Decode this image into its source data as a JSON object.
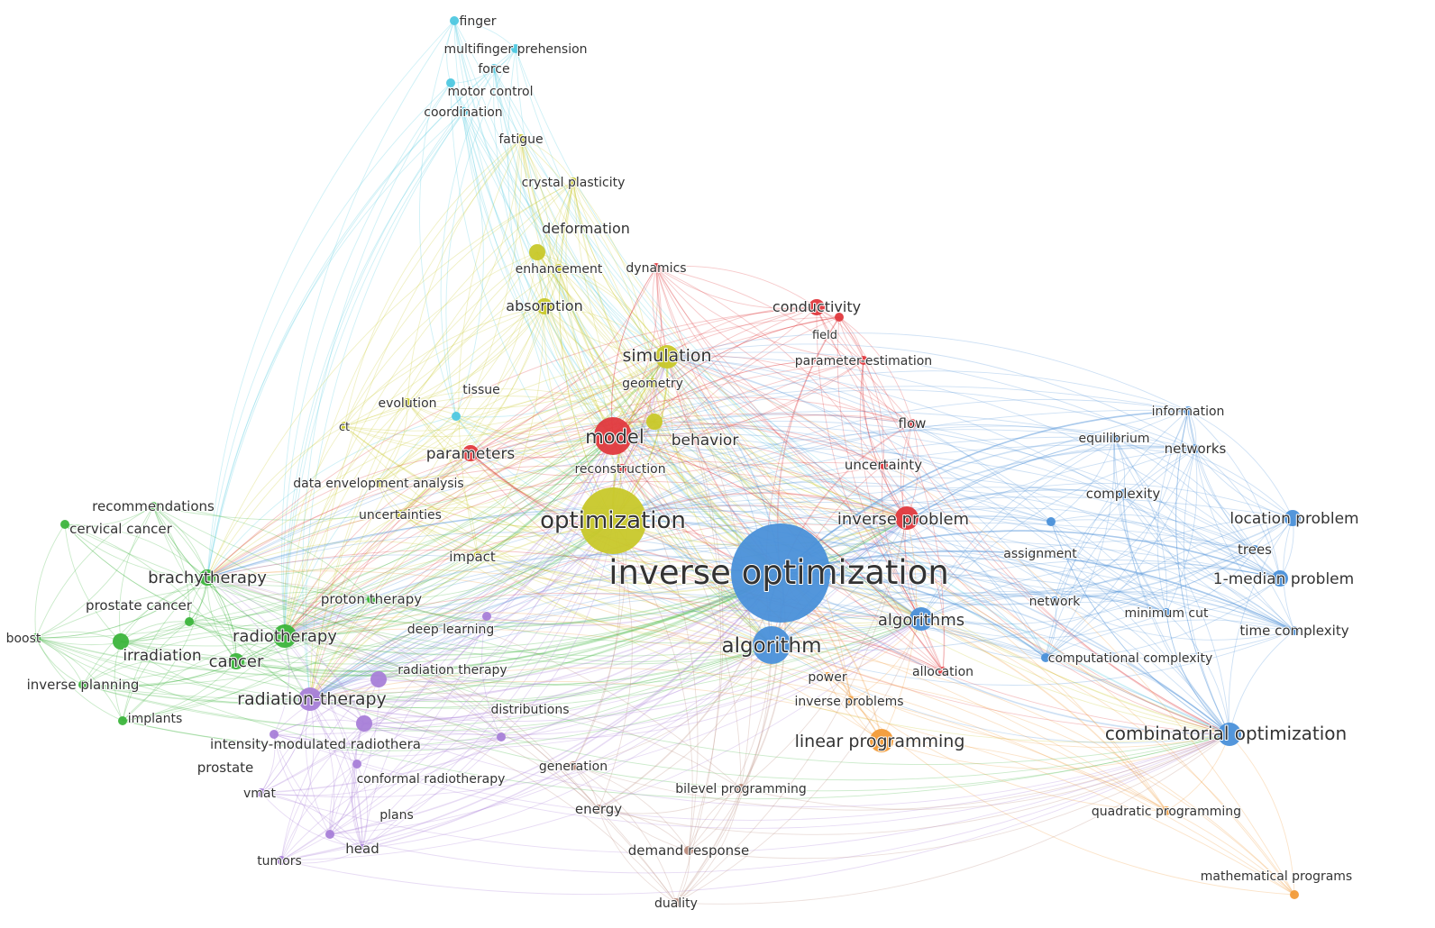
{
  "network": {
    "clusters": {
      "cyan": "#4fc8e0",
      "yellow": "#c8c82a",
      "red": "#e0393e",
      "blue": "#4a90d9",
      "green": "#3cb53c",
      "purple": "#a87fd8",
      "orange": "#f29b38",
      "brown": "#b88a7a"
    },
    "nodes": [
      {
        "id": "finger",
        "label": "finger",
        "cluster": "cyan",
        "size": 1
      },
      {
        "id": "multifinger",
        "label": "multifinger prehension",
        "cluster": "cyan",
        "size": 1
      },
      {
        "id": "force",
        "label": "force",
        "cluster": "cyan",
        "size": 1
      },
      {
        "id": "motor",
        "label": "motor control",
        "cluster": "cyan",
        "size": 1
      },
      {
        "id": "coordination",
        "label": "coordination",
        "cluster": "cyan",
        "size": 1
      },
      {
        "id": "tissue",
        "label": "tissue",
        "cluster": "cyan",
        "size": 1
      },
      {
        "id": "fatigue",
        "label": "fatigue",
        "cluster": "yellow",
        "size": 1
      },
      {
        "id": "crystal",
        "label": "crystal plasticity",
        "cluster": "yellow",
        "size": 1
      },
      {
        "id": "deformation",
        "label": "deformation",
        "cluster": "yellow",
        "size": 2
      },
      {
        "id": "enhancement",
        "label": "enhancement",
        "cluster": "yellow",
        "size": 1
      },
      {
        "id": "absorption",
        "label": "absorption",
        "cluster": "yellow",
        "size": 2
      },
      {
        "id": "simulation",
        "label": "simulation",
        "cluster": "yellow",
        "size": 3
      },
      {
        "id": "geometry",
        "label": "geometry",
        "cluster": "yellow",
        "size": 1
      },
      {
        "id": "evolution",
        "label": "evolution",
        "cluster": "yellow",
        "size": 1
      },
      {
        "id": "ct",
        "label": "ct",
        "cluster": "yellow",
        "size": 1
      },
      {
        "id": "behavior",
        "label": "behavior",
        "cluster": "yellow",
        "size": 2
      },
      {
        "id": "dea",
        "label": "data envelopment analysis",
        "cluster": "yellow",
        "size": 1
      },
      {
        "id": "uncertainties",
        "label": "uncertainties",
        "cluster": "yellow",
        "size": 1
      },
      {
        "id": "optimization",
        "label": "optimization",
        "cluster": "yellow",
        "size": 6
      },
      {
        "id": "impact",
        "label": "impact",
        "cluster": "yellow",
        "size": 1
      },
      {
        "id": "dynamics",
        "label": "dynamics",
        "cluster": "red",
        "size": 1
      },
      {
        "id": "conductivity",
        "label": "conductivity",
        "cluster": "red",
        "size": 2
      },
      {
        "id": "field",
        "label": "field",
        "cluster": "red",
        "size": 1
      },
      {
        "id": "paramest",
        "label": "parameter-estimation",
        "cluster": "red",
        "size": 1
      },
      {
        "id": "model",
        "label": "model",
        "cluster": "red",
        "size": 4
      },
      {
        "id": "parameters",
        "label": "parameters",
        "cluster": "red",
        "size": 2
      },
      {
        "id": "reconstruction",
        "label": "reconstruction",
        "cluster": "red",
        "size": 1
      },
      {
        "id": "flow",
        "label": "flow",
        "cluster": "red",
        "size": 1
      },
      {
        "id": "uncertainty",
        "label": "uncertainty",
        "cluster": "red",
        "size": 1
      },
      {
        "id": "inverseproblem",
        "label": "inverse problem",
        "cluster": "red",
        "size": 3
      },
      {
        "id": "inverseopt",
        "label": "inverse optimization",
        "cluster": "blue",
        "size": 8
      },
      {
        "id": "algorithm",
        "label": "algorithm",
        "cluster": "blue",
        "size": 4
      },
      {
        "id": "algorithms",
        "label": "algorithms",
        "cluster": "blue",
        "size": 3
      },
      {
        "id": "information",
        "label": "information",
        "cluster": "blue",
        "size": 1
      },
      {
        "id": "equilibrium",
        "label": "equilibrium",
        "cluster": "blue",
        "size": 1
      },
      {
        "id": "networks",
        "label": "networks",
        "cluster": "blue",
        "size": 1
      },
      {
        "id": "complexity",
        "label": "complexity",
        "cluster": "blue",
        "size": 1
      },
      {
        "id": "location",
        "label": "location problem",
        "cluster": "blue",
        "size": 2
      },
      {
        "id": "assignment",
        "label": "assignment",
        "cluster": "blue",
        "size": 1
      },
      {
        "id": "trees",
        "label": "trees",
        "cluster": "blue",
        "size": 1
      },
      {
        "id": "onemedian",
        "label": "1-median problem",
        "cluster": "blue",
        "size": 2
      },
      {
        "id": "network",
        "label": "network",
        "cluster": "blue",
        "size": 1
      },
      {
        "id": "mincut",
        "label": "minimum cut",
        "cluster": "blue",
        "size": 1
      },
      {
        "id": "timecomplexity",
        "label": "time complexity",
        "cluster": "blue",
        "size": 1
      },
      {
        "id": "compcomplexity",
        "label": "computational complexity",
        "cluster": "blue",
        "size": 1
      },
      {
        "id": "combopt",
        "label": "combinatorial optimization",
        "cluster": "blue",
        "size": 3
      },
      {
        "id": "recommendations",
        "label": "recommendations",
        "cluster": "green",
        "size": 1
      },
      {
        "id": "cervical",
        "label": "cervical cancer",
        "cluster": "green",
        "size": 1
      },
      {
        "id": "brachytherapy",
        "label": "brachytherapy",
        "cluster": "green",
        "size": 2
      },
      {
        "id": "prostatecancer",
        "label": "prostate cancer",
        "cluster": "green",
        "size": 1
      },
      {
        "id": "proton",
        "label": "proton therapy",
        "cluster": "green",
        "size": 1
      },
      {
        "id": "boost",
        "label": "boost",
        "cluster": "green",
        "size": 1
      },
      {
        "id": "radiotherapy",
        "label": "radiotherapy",
        "cluster": "green",
        "size": 3
      },
      {
        "id": "irradiation",
        "label": "irradiation",
        "cluster": "green",
        "size": 2
      },
      {
        "id": "cancer",
        "label": "cancer",
        "cluster": "green",
        "size": 2
      },
      {
        "id": "invplanning",
        "label": "inverse planning",
        "cluster": "green",
        "size": 1
      },
      {
        "id": "implants",
        "label": "implants",
        "cluster": "green",
        "size": 1
      },
      {
        "id": "deeplearning",
        "label": "deep learning",
        "cluster": "purple",
        "size": 1
      },
      {
        "id": "radtherapy2",
        "label": "radiation therapy",
        "cluster": "purple",
        "size": 2
      },
      {
        "id": "radtherapy",
        "label": "radiation-therapy",
        "cluster": "purple",
        "size": 3
      },
      {
        "id": "distributions",
        "label": "distributions",
        "cluster": "purple",
        "size": 1
      },
      {
        "id": "imrt",
        "label": "intensity-modulated radiothera",
        "cluster": "purple",
        "size": 2
      },
      {
        "id": "prostate",
        "label": "prostate",
        "cluster": "purple",
        "size": 1
      },
      {
        "id": "conformal",
        "label": "conformal radiotherapy",
        "cluster": "purple",
        "size": 1
      },
      {
        "id": "vmat",
        "label": "vmat",
        "cluster": "purple",
        "size": 1
      },
      {
        "id": "plans",
        "label": "plans",
        "cluster": "purple",
        "size": 1
      },
      {
        "id": "tumors",
        "label": "tumors",
        "cluster": "purple",
        "size": 1
      },
      {
        "id": "head",
        "label": "head",
        "cluster": "purple",
        "size": 1
      },
      {
        "id": "power",
        "label": "power",
        "cluster": "orange",
        "size": 1
      },
      {
        "id": "invproblems",
        "label": "inverse problems",
        "cluster": "orange",
        "size": 1
      },
      {
        "id": "linprog",
        "label": "linear programming",
        "cluster": "orange",
        "size": 3
      },
      {
        "id": "quadprog",
        "label": "quadratic programming",
        "cluster": "orange",
        "size": 1
      },
      {
        "id": "mathprog",
        "label": "mathematical programs",
        "cluster": "orange",
        "size": 1
      },
      {
        "id": "allocation",
        "label": "allocation",
        "cluster": "red",
        "size": 1
      },
      {
        "id": "generation",
        "label": "generation",
        "cluster": "brown",
        "size": 1
      },
      {
        "id": "energy",
        "label": "energy",
        "cluster": "brown",
        "size": 1
      },
      {
        "id": "bilevel",
        "label": "bilevel programming",
        "cluster": "brown",
        "size": 1
      },
      {
        "id": "demand",
        "label": "demand response",
        "cluster": "brown",
        "size": 1
      },
      {
        "id": "duality",
        "label": "duality",
        "cluster": "brown",
        "size": 1
      }
    ]
  }
}
